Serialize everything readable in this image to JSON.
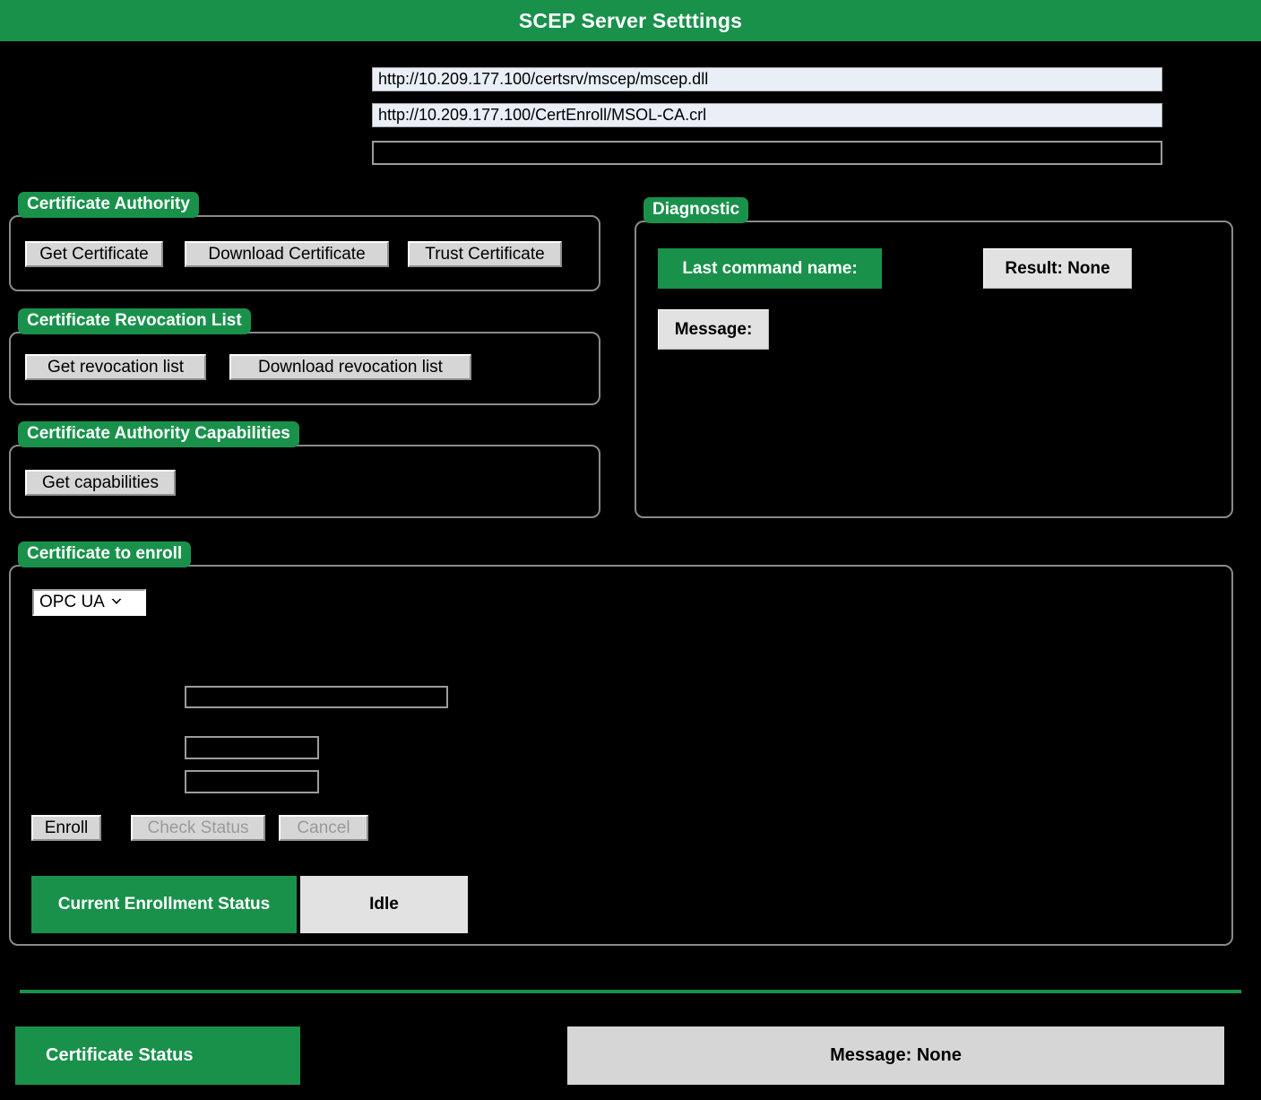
{
  "window": {
    "title": "SCEP Server Setttings",
    "accent_green": "#19914b",
    "background": "#000000",
    "button_face": "#d6d6d6",
    "field_fill": "#e9eef7"
  },
  "top_fields": [
    {
      "name": "scep-url-field",
      "value": "http://10.209.177.100/certsrv/mscep/mscep.dll"
    },
    {
      "name": "crl-url-field",
      "value": "http://10.209.177.100/CertEnroll/MSOL-CA.crl"
    },
    {
      "name": "challenge-password-field",
      "value": ""
    }
  ],
  "certificate_authority": {
    "title": "Certificate Authority",
    "buttons": [
      {
        "label": "Get Certificate",
        "disabled": false
      },
      {
        "label": "Download Certificate",
        "disabled": false
      },
      {
        "label": "Trust Certificate",
        "disabled": false
      }
    ]
  },
  "certificate_revocation_list": {
    "title": "Certificate Revocation List",
    "buttons": [
      {
        "label": "Get revocation list",
        "disabled": false
      },
      {
        "label": "Download revocation list",
        "disabled": false
      }
    ]
  },
  "certificate_authority_capabilities": {
    "title": "Certificate Authority Capabilities",
    "buttons": [
      {
        "label": "Get capabilities",
        "disabled": false
      }
    ]
  },
  "diagnostic": {
    "title": "Diagnostic",
    "last_command_label": "Last command name:",
    "result_label": "Result: None",
    "message_label": "Message:"
  },
  "certificate_to_enroll": {
    "title": "Certificate to enroll",
    "type_select": {
      "selected": "OPC UA",
      "chevron": "⌄",
      "options": [
        "OPC UA"
      ]
    },
    "fields": [
      {
        "name": "subject-name-field",
        "value": ""
      },
      {
        "name": "key-length-field",
        "value": ""
      },
      {
        "name": "validity-field",
        "value": ""
      }
    ],
    "buttons": [
      {
        "label": "Enroll",
        "disabled": false
      },
      {
        "label": "Check Status",
        "disabled": true
      },
      {
        "label": "Cancel",
        "disabled": true
      }
    ],
    "enrollment_status": {
      "label": "Current Enrollment Status",
      "value": "Idle"
    }
  },
  "footer": {
    "certificate_status_label": "Certificate Status",
    "message": "Message: None"
  }
}
